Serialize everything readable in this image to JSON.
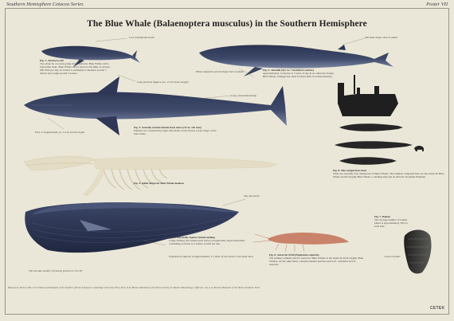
{
  "header": {
    "series": "Southern Hemisphere Cetacea Series",
    "poster_no": "Poster VII",
    "title": "The Blue Whale (Balaenoptera musculus) in the Southern Hemisphere"
  },
  "figures": {
    "fig1": {
      "title": "Fig. 1: Newborn calf",
      "text": "Two-three m. at ocean-going in the Antarctic Blue Whale calf is noticeably 'lean'. Blue Whale calves feed on rich milk, at around 600 litres per day. At birth it is estimated to measure around 7 metres and weigh around 3 tonnes."
    },
    "fig2": {
      "title": "Fig. 2: Juvenile (5yr ca. 7 months/12 metres)",
      "text": "Approximately 12 metres at 5 years of age in an otherwise Young Blue Whale. Changes the chest fat lines until it reaches maturity."
    },
    "fig3": {
      "title": "Fig. 3: Sexually mature female from above (32 m. 110 tons)",
      "text": "Females are considerably larger than males. Each fin has a lean 'ridge' of the blue whale."
    },
    "fig4": {
      "title": "Fig. 4: Adult Antarctic Blue Whale skeleton"
    },
    "fig5": {
      "title": "Fig. 5: Physically mature female feeding",
      "text": "Lunge feeding, the female turns before exceptionally large individuals consuming as much as 4 tonnes of krill per day."
    },
    "fig6": {
      "title": "Fig. 6: Antarctic Krill (Euphausia superba)",
      "text": "The primary summer diet for Antarctic Blue Whales is the Antarctic Krill. Pygmy Blue Whales, on the other hand, consume smaller species such as E. vallentini and N. australis."
    },
    "fig7": {
      "title": "Fig. 7: Baleen",
      "text": "The average number of baleen plates is approximately 300 on each side."
    },
    "fig8": {
      "title": "Fig. 8: Size comparison chart",
      "text": "There are currently four subspecies of Blue Whales. The animals compared here are the Antarctic Blue Whale and the Pygmy Blue Whale, a whaling ship and an African Savannah Elephant."
    }
  },
  "callouts": {
    "newborn_head": "Less rounded dorsal fin",
    "tail_fin": "Tail fluke larger than in adults",
    "body_shape": "Hind compared overall shape than in adults",
    "flipper": "Long pectoral flippers (ca. 1/3 of whole length)",
    "long_tail": "Long, streamlined body",
    "head_shape": "Flat, U-shaped head, ca. 1/4 of overall length",
    "throat": "Throat pleats expand like a balloon",
    "bulge": "Engulfment capacity in approximately 1.5 times of the whale's own body mass",
    "dorsal": "Tiny dorsal fin",
    "average": "The average number of ventral grooves is 70-118",
    "baleen": "Coarse bristles"
  },
  "references": "References: Reeves, R.R. et al. Whales and Dolphins of the Southern African Subregion. Cambridge University Press; Rice, D.W. Marine Mammals of the World. Society for Marine Mammalogy; Jefferson, T.A. et al. Marine Mammals of the World. Academic Press.",
  "logo": "CETEK",
  "colors": {
    "whale_dark": "#2b3450",
    "whale_mid": "#4d5877",
    "whale_light": "#8f98b0",
    "bone": "#e4dcc4",
    "krill": "#c9836a",
    "background": "#ebe7d8"
  }
}
